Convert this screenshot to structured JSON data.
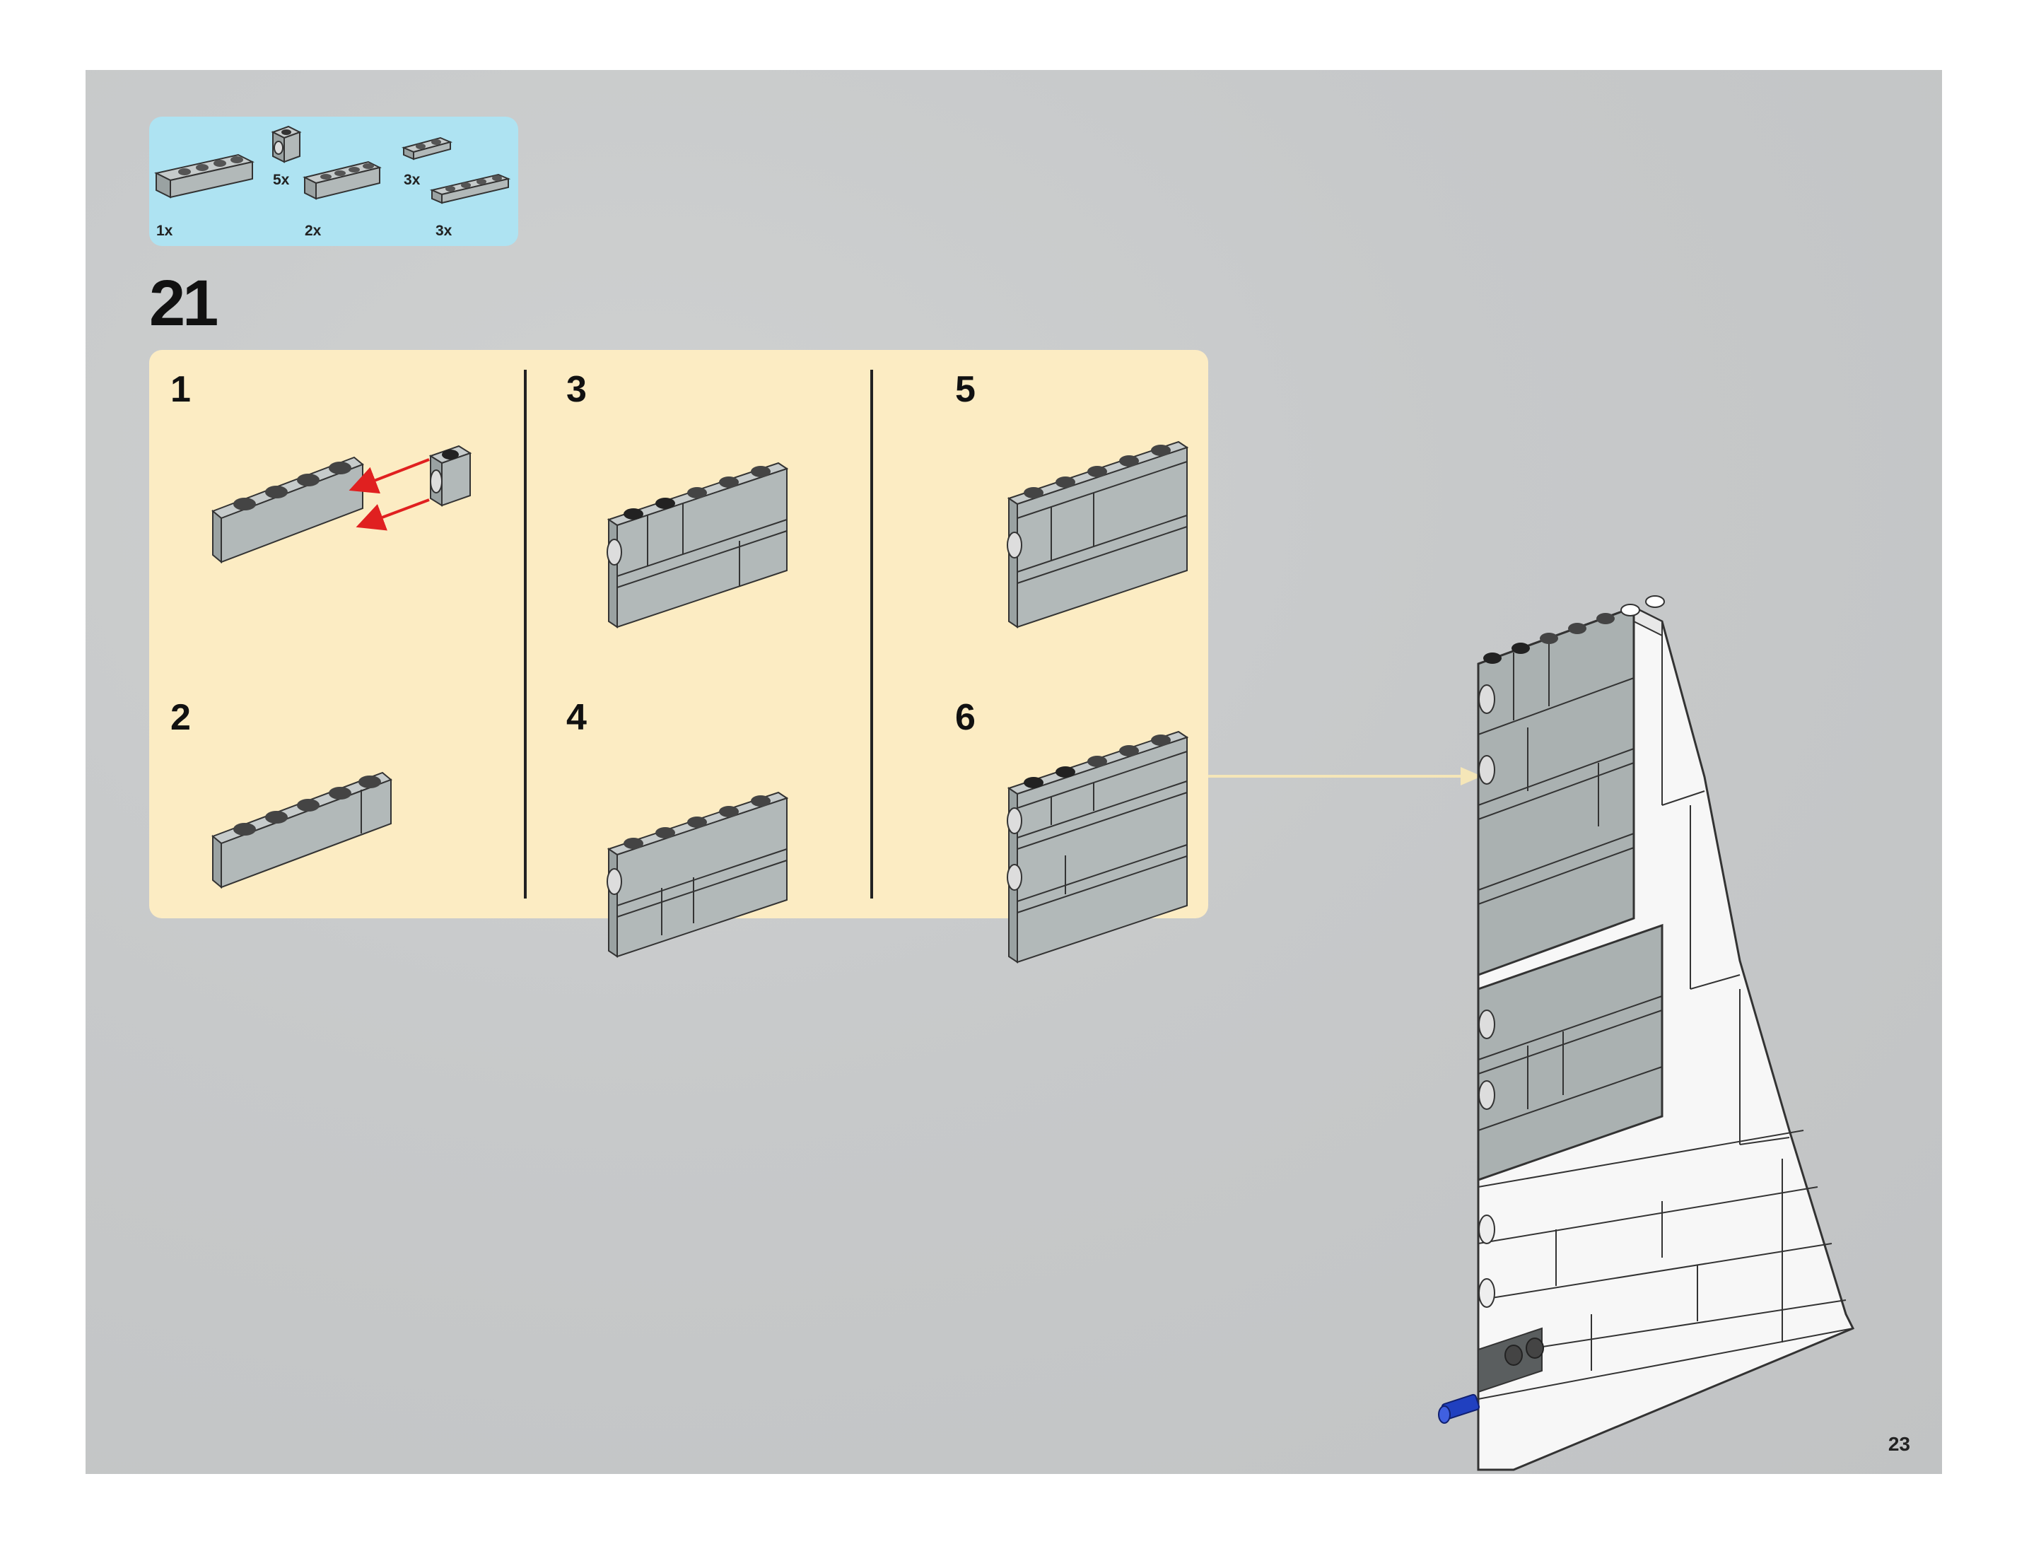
{
  "parts_list": [
    {
      "qty": "1x",
      "part": "brick-1x4-light-gray"
    },
    {
      "qty": "5x",
      "part": "technic-brick-1x1-light-gray"
    },
    {
      "qty": "2x",
      "part": "brick-1x4-light-gray"
    },
    {
      "qty": "3x",
      "part": "plate-1x2-light-gray"
    },
    {
      "qty": "3x",
      "part": "plate-1x4-light-gray"
    }
  ],
  "step": {
    "number": "21"
  },
  "sub_steps": [
    "1",
    "2",
    "3",
    "4",
    "5",
    "6"
  ],
  "page": {
    "number": "23"
  },
  "colors": {
    "page_background": "#c7c9ca",
    "parts_panel": "#aee3f2",
    "sub_step_panel": "#fcecc3",
    "brick_light_gray": "#aab1b1",
    "brick_white": "#f7f7f7",
    "brick_dark_gray": "#5a5e5f",
    "connector_blue": "#2040c0",
    "arrow_red": "#e02020",
    "callout_arrow": "#f5e6b8"
  }
}
